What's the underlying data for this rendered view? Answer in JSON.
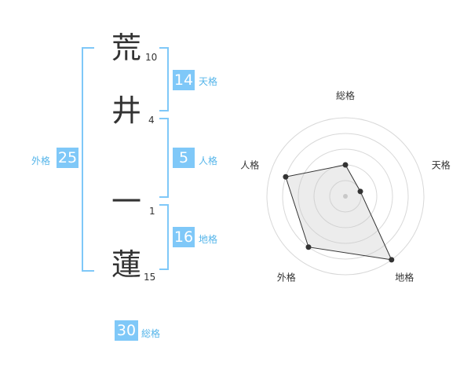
{
  "name": {
    "chars": [
      {
        "char": "荒",
        "strokes": "10"
      },
      {
        "char": "井",
        "strokes": "4"
      },
      {
        "char": "一",
        "strokes": "1"
      },
      {
        "char": "蓮",
        "strokes": "15"
      }
    ]
  },
  "fortune": {
    "tenkaku": {
      "value": "14",
      "label": "天格"
    },
    "jinkaku": {
      "value": "5",
      "label": "人格"
    },
    "chikaku": {
      "value": "16",
      "label": "地格"
    },
    "gaikaku": {
      "value": "25",
      "label": "外格"
    },
    "soukaku": {
      "value": "30",
      "label": "総格"
    }
  },
  "colors": {
    "accent": "#7fc8f8",
    "label": "#55b5ea"
  },
  "chart_data": {
    "type": "radar",
    "axes": [
      "総格",
      "天格",
      "地格",
      "外格",
      "人格"
    ],
    "values": [
      2,
      1,
      5,
      4,
      4
    ],
    "range": [
      0,
      5
    ]
  }
}
